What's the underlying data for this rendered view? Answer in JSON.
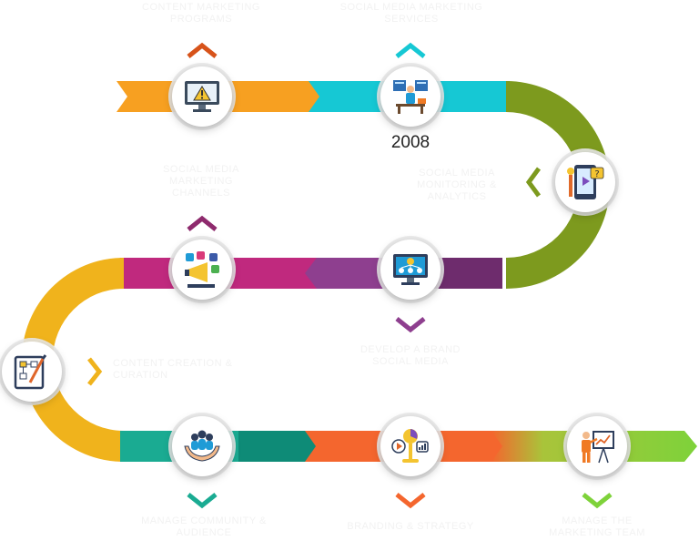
{
  "year_label": "2008",
  "steps": [
    {
      "label": "CONTENT MARKETING PROGRAMS",
      "icon": "monitor-warning-icon"
    },
    {
      "label": "SOCIAL MEDIA MARKETING SERVICES",
      "icon": "analyst-workstation-icon"
    },
    {
      "label": "SOCIAL MEDIA MONITORING & ANALYTICS",
      "icon": "tablet-video-question-icon"
    },
    {
      "label": "SOCIAL MEDIA MARKETING CHANNELS",
      "icon": "megaphone-social-icon"
    },
    {
      "label": "DEVELOP A BRAND SOCIAL MEDIA",
      "icon": "network-monitor-icon"
    },
    {
      "label": "CONTENT CREATION & CURATION",
      "icon": "flowchart-board-icon"
    },
    {
      "label": "MANAGE COMMUNITY & AUDIENCE",
      "icon": "community-hands-icon"
    },
    {
      "label": "BRANDING & STRATEGY",
      "icon": "strategy-charts-icon"
    },
    {
      "label": "MANAGE THE MARKETING TEAM",
      "icon": "presenter-board-icon"
    }
  ],
  "colors": {
    "orange": "#f7a021",
    "cyan": "#16c8d4",
    "olive": "#7d9a1e",
    "violet": "#8e3f8f",
    "plum": "#6e2c6d",
    "magenta": "#c0297e",
    "gold": "#f0b31c",
    "teal": "#1aab92",
    "dark_teal": "#0e8b77",
    "red_orange": "#f4662e",
    "green": "#7ed23a"
  }
}
